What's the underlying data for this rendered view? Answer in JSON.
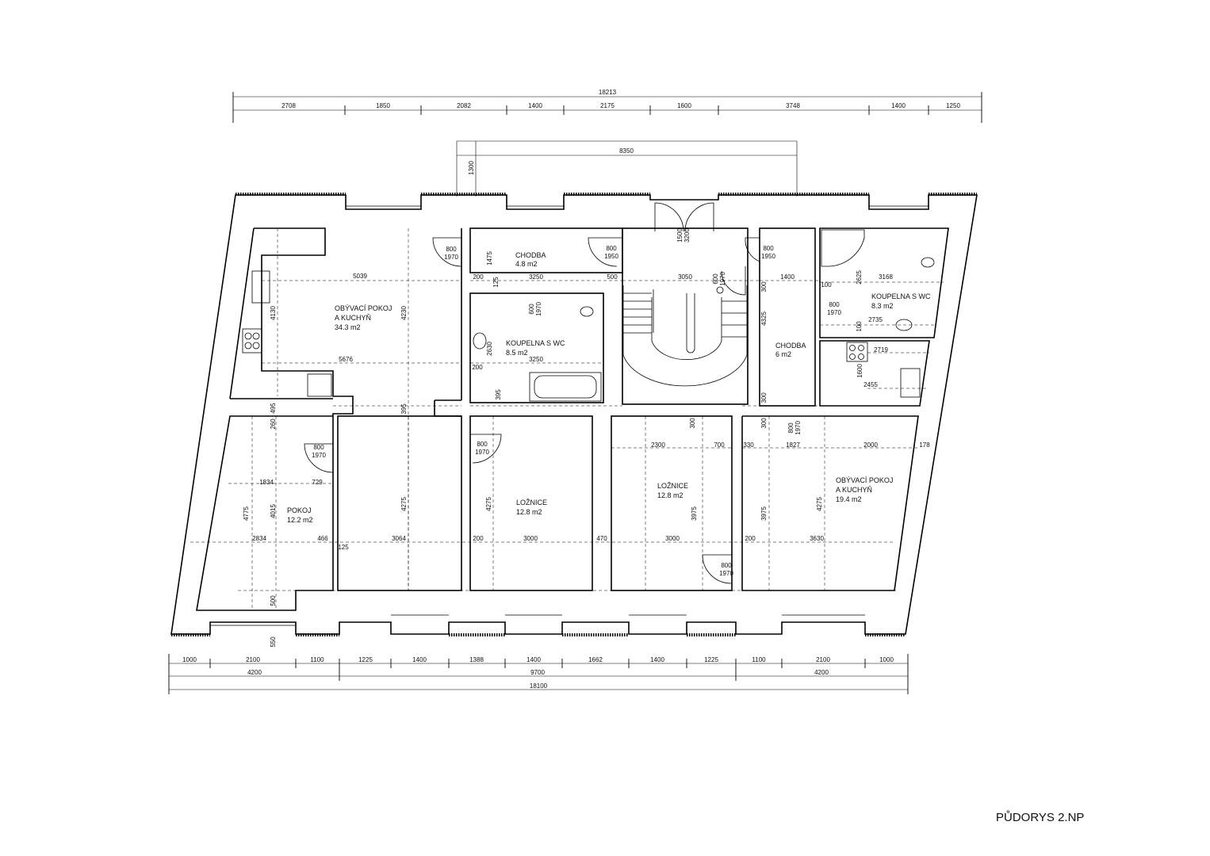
{
  "title": "PŮDORYS 2.NP",
  "top_dimensions": {
    "overall": "18213",
    "segments": [
      "2708",
      "1850",
      "2082",
      "1400",
      "2175",
      "1600",
      "3748",
      "1400",
      "1250"
    ],
    "balcony_width": "8350",
    "balcony_depth": "1300"
  },
  "bottom_dimensions": {
    "row1": [
      "1000",
      "2100",
      "1100",
      "1225",
      "1400",
      "1388",
      "1400",
      "1662",
      "1400",
      "1225",
      "1100",
      "2100",
      "1000"
    ],
    "row2": [
      "4200",
      "9700",
      "4200"
    ],
    "overall": "18100"
  },
  "rooms": [
    {
      "name_line1": "OBÝVACÍ POKOJ",
      "name_line2": "A KUCHYŇ",
      "area": "34.3 m2"
    },
    {
      "name_line1": "CHODBA",
      "name_line2": "",
      "area": "4.8 m2"
    },
    {
      "name_line1": "KOUPELNA S WC",
      "name_line2": "",
      "area": "8.5 m2"
    },
    {
      "name_line1": "CHODBA",
      "name_line2": "",
      "area": "6 m2"
    },
    {
      "name_line1": "KOUPELNA S WC",
      "name_line2": "",
      "area": "8.3 m2"
    },
    {
      "name_line1": "POKOJ",
      "name_line2": "",
      "area": "12.2 m2"
    },
    {
      "name_line1": "LOŽNICE",
      "name_line2": "",
      "area": "12.8 m2"
    },
    {
      "name_line1": "LOŽNICE",
      "name_line2": "",
      "area": "12.8 m2"
    },
    {
      "name_line1": "OBÝVACÍ POKOJ",
      "name_line2": "A KUCHYŇ",
      "area": "19.4 m2"
    }
  ],
  "door_labels": [
    {
      "w": "800",
      "h": "1970"
    },
    {
      "w": "800",
      "h": "1950"
    },
    {
      "w": "800",
      "h": "1950"
    },
    {
      "w": "800",
      "h": "1970"
    },
    {
      "w": "800",
      "h": "1970"
    },
    {
      "w": "800",
      "h": "1970"
    },
    {
      "w": "800",
      "h": "1970"
    },
    {
      "w": "600",
      "h": "1970"
    },
    {
      "w": "1500",
      "h": "3200"
    },
    {
      "w": "600",
      "h": "1970"
    },
    {
      "w": "800",
      "h": "1970"
    },
    {
      "w": "800",
      "h": "1970"
    }
  ],
  "interior_dims": [
    "5039",
    "5676",
    "4130",
    "4230",
    "1475",
    "200",
    "125",
    "3250",
    "500",
    "3050",
    "1400",
    "300",
    "100",
    "2625",
    "3168",
    "2735",
    "2719",
    "1600",
    "2455",
    "2630",
    "3250",
    "200",
    "4325",
    "300",
    "395",
    "495",
    "260",
    "1834",
    "729",
    "4015",
    "4775",
    "2834",
    "466",
    "125",
    "3064",
    "4275",
    "200",
    "3000",
    "470",
    "4275",
    "2300",
    "700",
    "300",
    "3975",
    "3000",
    "300",
    "330",
    "1827",
    "2000",
    "178",
    "3975",
    "4275",
    "200",
    "3630",
    "500",
    "550",
    "395",
    "100"
  ]
}
